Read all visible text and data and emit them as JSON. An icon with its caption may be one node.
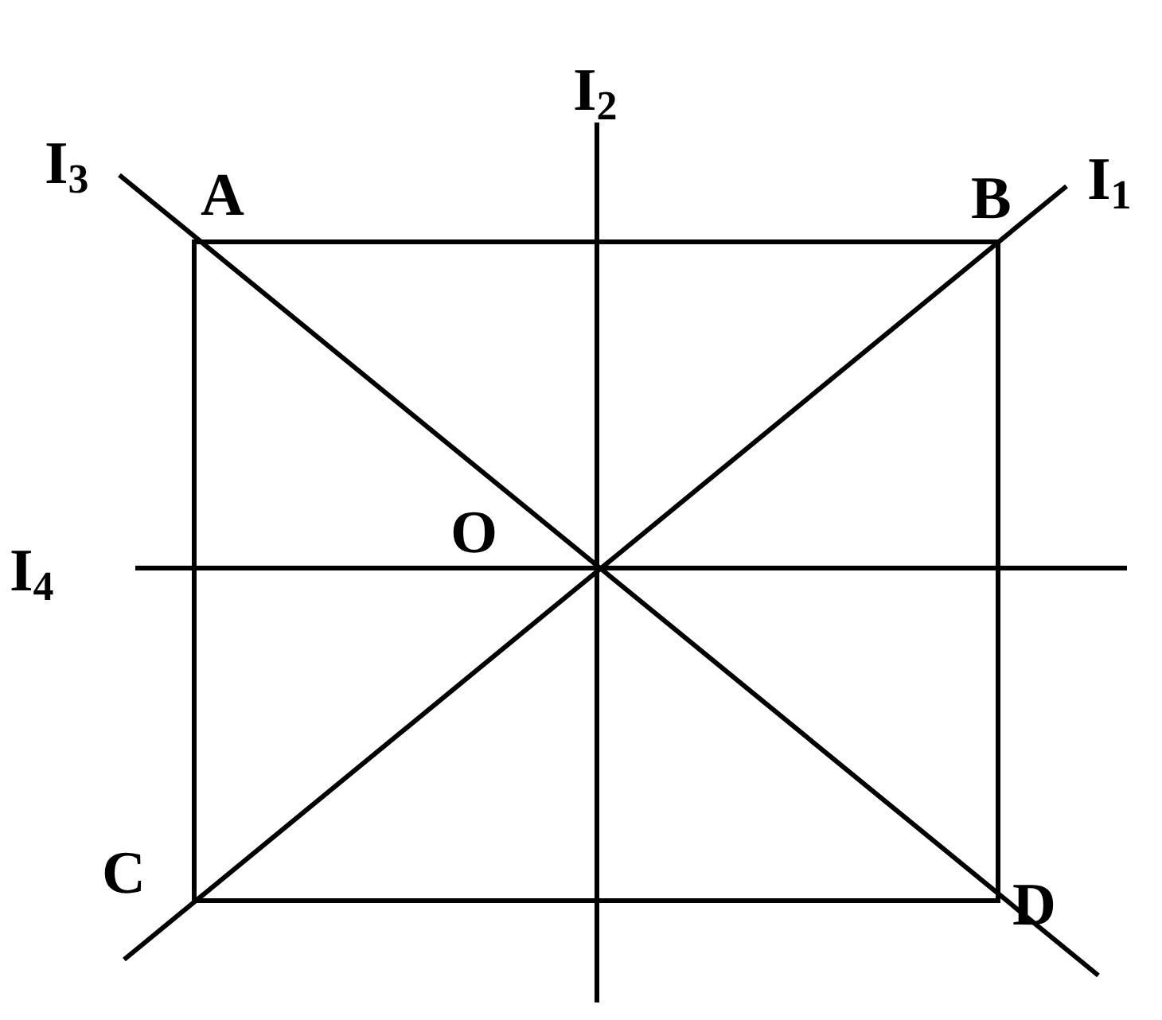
{
  "diagram": {
    "labels": [
      "I$_{3}$",
      "A",
      "I$_{2}$",
      "B",
      "I$_{1}$",
      "O",
      "I$_{4}$",
      "C",
      "D"
    ]
  }
}
